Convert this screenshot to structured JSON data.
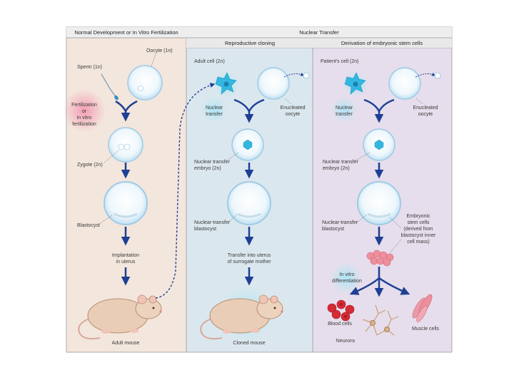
{
  "headers": {
    "left": "Normal Development or In Vitro Fertilization",
    "right": "Nuclear Transfer",
    "repro": "Reproductive cloning",
    "stem": "Derivation of embryonic stem cells"
  },
  "left_col": {
    "oocyte": "Oocyte (1n)",
    "sperm": "Sperm (1n)",
    "fert": [
      "Fertilization",
      "or",
      "in vitro",
      "fertilization"
    ],
    "zygote": "Zygote (2n)",
    "blastocyst": "Blastocyst",
    "implant": [
      "Implantation",
      "in uterus"
    ],
    "mouse": "Adult mouse"
  },
  "repro_col": {
    "adult": "Adult cell (2n)",
    "nt": [
      "Nuclear",
      "transfer"
    ],
    "enuc": [
      "Enucleated",
      "oocyte"
    ],
    "embryo": [
      "Nuclear transfer",
      "embryo (2n)"
    ],
    "blast": [
      "Nuclear-transfer",
      "blastocyst"
    ],
    "transfer": [
      "Transfer into uterus",
      "of surrogate mother"
    ],
    "mouse": "Cloned mouse"
  },
  "stem_col": {
    "patient": "Patient's cell (2n)",
    "nt": [
      "Nuclear",
      "transfer"
    ],
    "enuc": [
      "Enucleated",
      "oocyte"
    ],
    "embryo": [
      "Nuclear transfer",
      "embryo (2n)"
    ],
    "blast": [
      "Nuclear-transfer",
      "blastocyst"
    ],
    "esc": [
      "Embryonic",
      "stem cells",
      "(derived from",
      "blastocyst inner",
      "cell mass)"
    ],
    "invitro": [
      "In vitro",
      "differentiation"
    ],
    "blood": "Blood cells",
    "neurons": "Neurons",
    "muscle": "Muscle cells"
  },
  "colors": {
    "left_bg": "#f3e6dc",
    "repro_bg": "#dbe7ee",
    "stem_bg": "#e4dcea",
    "arrow": "#1e3f94",
    "cell_fill": "#eaf4fb",
    "cell_glow": "#a9d6f0",
    "nucleus": "#22b5d8",
    "fert_glow": "#f1a0b6"
  }
}
